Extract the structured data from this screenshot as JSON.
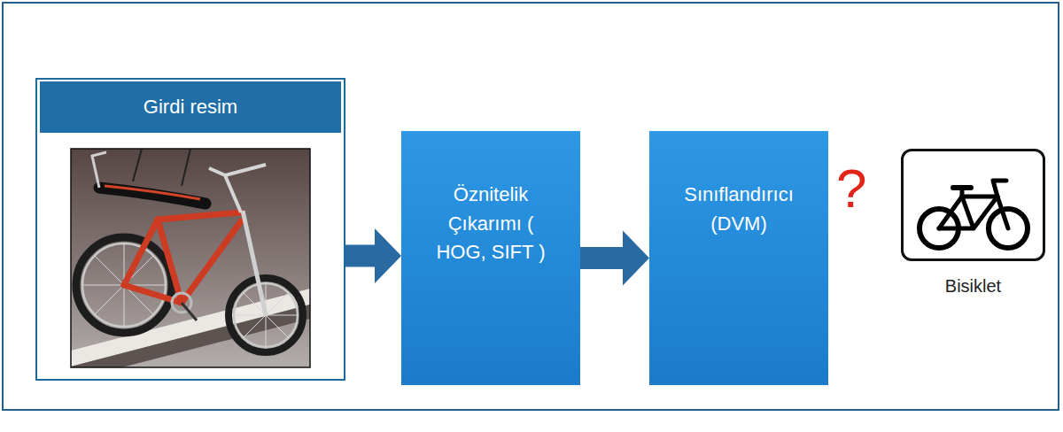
{
  "diagram": {
    "nodes": [
      {
        "text": [
          "Girdi resim"
        ]
      },
      {
        "text": [
          "Öznitelik Çıkarımı ( HOG, SIFT )"
        ]
      },
      {
        "text": [
          "Sınıflandırıcı (DVM)"
        ]
      },
      {
        "text": [
          "Bisiklet"
        ]
      }
    ],
    "edges": [
      {
        "from": 0,
        "to": 1,
        "arrow": "to"
      },
      {
        "from": 1,
        "to": 2,
        "arrow": "to"
      }
    ],
    "labels": [
      "?"
    ]
  }
}
